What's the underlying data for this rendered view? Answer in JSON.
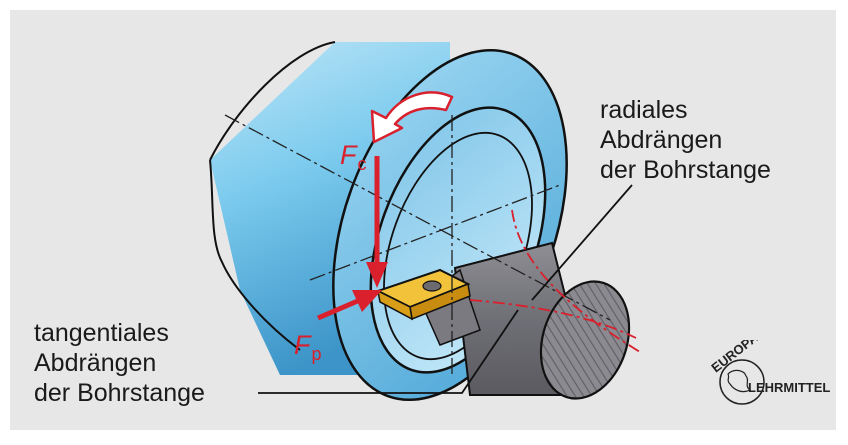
{
  "labels": {
    "radial": [
      "radiales",
      "Abdrängen",
      "der Bohrstange"
    ],
    "tangential": [
      "tangentiales",
      "Abdrängen",
      "der Bohrstange"
    ]
  },
  "forces": {
    "fc": {
      "symbol": "F",
      "sub": "c"
    },
    "fp": {
      "symbol": "F",
      "sub": "p"
    }
  },
  "logo": {
    "top": "EUROPA",
    "bottom": "LEHRMITTEL"
  },
  "colors": {
    "force_red": "#d9202c",
    "workpiece_blue": "#6fc3e8",
    "insert_gold": "#e8a818",
    "background": "#e7e7e7"
  }
}
